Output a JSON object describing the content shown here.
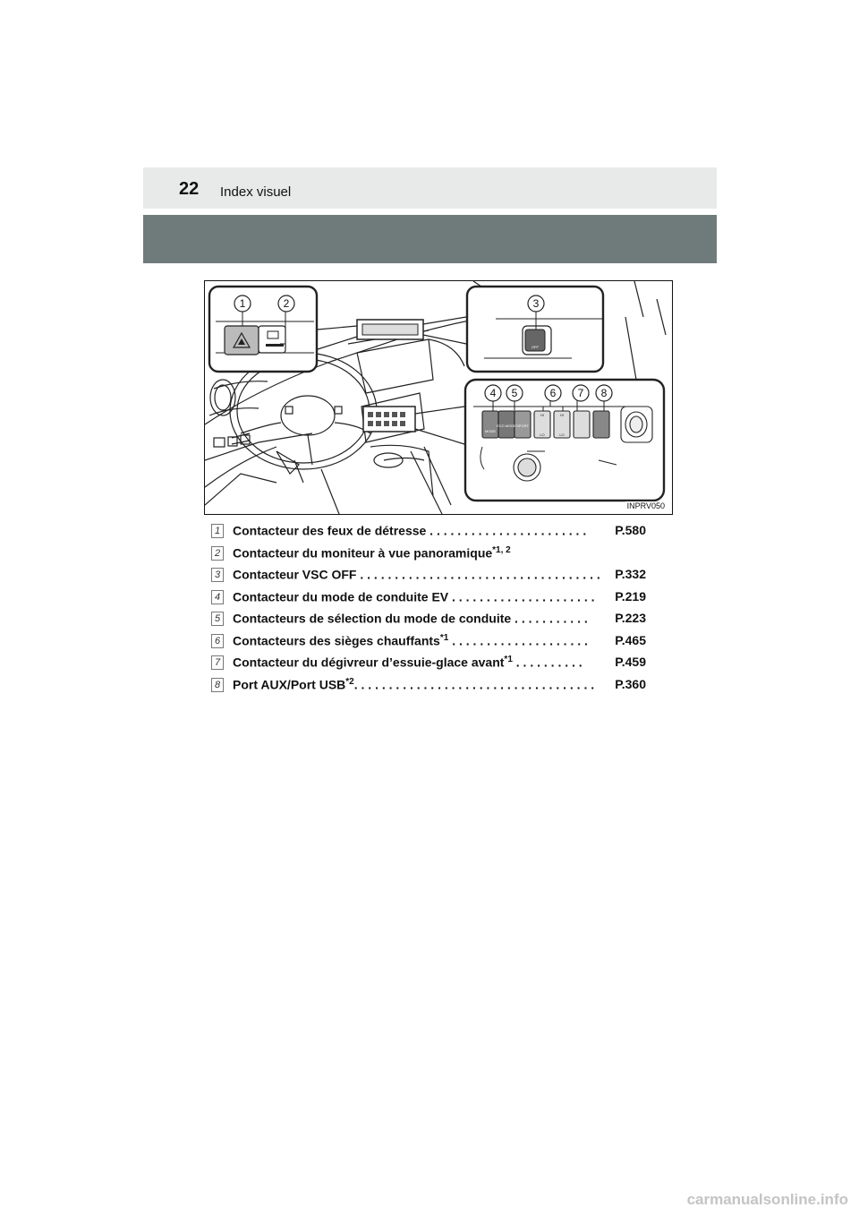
{
  "header": {
    "page_number": "22",
    "section_title": "Index visuel"
  },
  "figure": {
    "code": "INPRV050",
    "callouts": [
      "1",
      "2",
      "3",
      "4",
      "5",
      "6",
      "7",
      "8"
    ],
    "button_labels": {
      "eco_mode": "ECO MODE",
      "sport": "SPORT",
      "mode": "MODE",
      "vsc_off": "OFF",
      "hi": "HI",
      "lo": "LO"
    }
  },
  "items": [
    {
      "num": "1",
      "label": "Contacteur des feux de détresse",
      "sup": "",
      "leader": " . . . . . . . . . . . . . . . . . . . . . . . ",
      "page": "P.580"
    },
    {
      "num": "2",
      "label": "Contacteur du moniteur à vue panoramique",
      "sup": "*1, 2",
      "leader": "",
      "page": ""
    },
    {
      "num": "3",
      "label": "Contacteur VSC OFF",
      "sup": "",
      "leader": " . . . . . . . . . . . . . . . . . . . . . . . . . . . . . . . . . . . ",
      "page": "P.332"
    },
    {
      "num": "4",
      "label": "Contacteur du mode de conduite EV",
      "sup": "",
      "leader": " . . . . . . . . . . . . . . . . . . . . . ",
      "page": "P.219"
    },
    {
      "num": "5",
      "label": "Contacteurs de sélection du mode de conduite",
      "sup": "",
      "leader": " . . . . . . . . . . . ",
      "page": "P.223"
    },
    {
      "num": "6",
      "label": "Contacteurs des sièges chauffants",
      "sup": "*1",
      "leader": " . . . . . . . . . . . . . . . . . . . . ",
      "page": "P.465"
    },
    {
      "num": "7",
      "label": "Contacteur du dégivreur d’essuie-glace avant",
      "sup": "*1",
      "leader": " . . . . . . . . . . ",
      "page": "P.459"
    },
    {
      "num": "8",
      "label": "Port AUX/Port USB",
      "sup": "*2",
      "leader": ". . . . . . . . . . . . . . . . . . . . . . . . . . . . . . . . . . . ",
      "page": "P.360"
    }
  ],
  "watermark": "carmanualsonline.info"
}
